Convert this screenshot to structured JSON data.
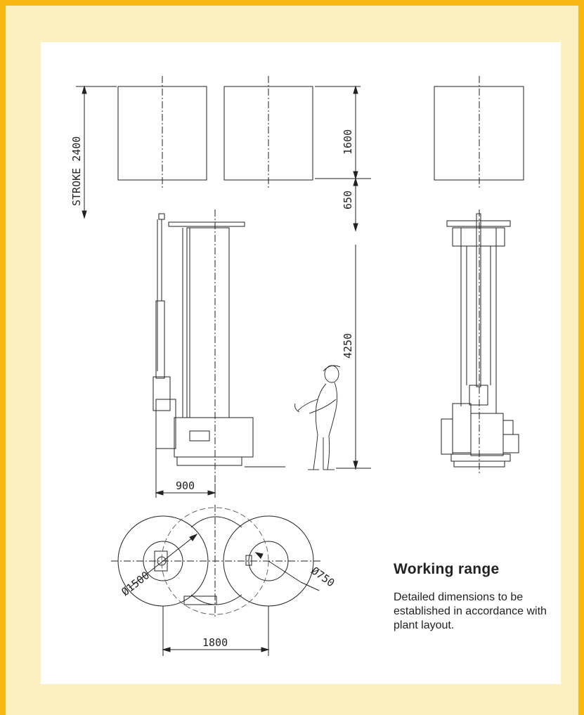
{
  "caption": {
    "title": "Working range",
    "body": "Detailed dimensions to be established in accordance with plant layout."
  },
  "dimensions": {
    "stroke": "STROKE 2400",
    "top_height": "1600",
    "gap_height": "650",
    "column_height": "4250",
    "base_width": "900",
    "outer_diameter": "Ø1500",
    "inner_diameter": "Ø750",
    "center_distance": "1800"
  },
  "colors": {
    "frame": "#f7b814",
    "background": "#fdf0c0",
    "sheet": "#ffffff",
    "ink": "#222222"
  }
}
